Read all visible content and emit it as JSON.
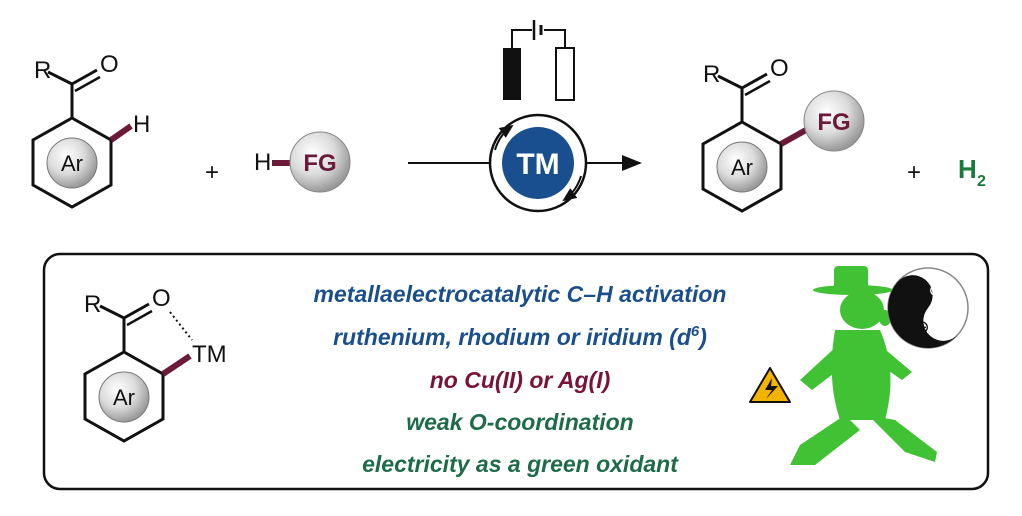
{
  "reactant": {
    "r_label": "R",
    "o_label": "O",
    "ar_label": "Ar",
    "h_label": "H"
  },
  "plus_1": "+",
  "reagent": {
    "h_label": "H",
    "fg_label": "FG"
  },
  "catalyst": {
    "tm_label": "TM"
  },
  "product": {
    "r_label": "R",
    "o_label": "O",
    "ar_label": "Ar",
    "fg_label": "FG"
  },
  "plus_2": "+",
  "byproduct": {
    "h_label": "H",
    "subscript": "2"
  },
  "box": {
    "r_label": "R",
    "o_label": "O",
    "tm_label": "TM",
    "ar_label": "Ar",
    "lines": [
      {
        "text": "metallaelectrocatalytic C–H activation",
        "color": "#1b4f8c"
      },
      {
        "text": "ruthenium, rhodium or iridium (d",
        "sup": "6",
        "tail": ")",
        "color": "#1b4f8c"
      },
      {
        "text": "no Cu(II) or Ag(I)",
        "color": "#7a1436"
      },
      {
        "text": "weak O-coordination",
        "color": "#1e6b4a"
      },
      {
        "text": "electricity as a green oxidant",
        "color": "#1e6b4a"
      }
    ],
    "yin_yang": {
      "plus_symbol": "⊕",
      "minus_symbol": "⊖"
    }
  },
  "colors": {
    "bond_accent": "#6b1a3a",
    "tm_circle": "#1a4f8f",
    "green_man": "#41c234",
    "h2_green": "#1a7a3a",
    "warning_yellow": "#f2b400"
  }
}
